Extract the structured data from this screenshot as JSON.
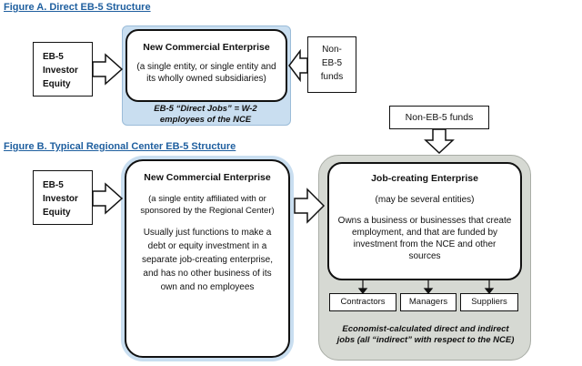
{
  "figure_a": {
    "title": "Figure A. Direct EB-5 Structure",
    "investor_box": [
      "EB-5",
      "Investor",
      "Equity"
    ],
    "nce_title": "New Commercial Enterprise",
    "nce_desc": "(a single entity, or single entity and its wholly owned subsidiaries)",
    "non_eb5_box": [
      "Non-",
      "EB-5",
      "funds"
    ],
    "direct_jobs_caption": "EB-5 “Direct Jobs” = W-2 employees of the NCE"
  },
  "figure_b": {
    "title": "Figure B. Typical Regional Center EB-5 Structure",
    "non_eb5_top": "Non-EB-5 funds",
    "investor_box": [
      "EB-5",
      "Investor",
      "Equity"
    ],
    "nce_title": "New Commercial Enterprise",
    "nce_desc": "(a single entity affiliated with or sponsored by the Regional Center)",
    "nce_body": "Usually just functions to make a debt or equity investment in a separate job-creating enterprise, and has no other business of its own and no employees",
    "jce_title": "Job-creating Enterprise",
    "jce_sub": "(may be several entities)",
    "jce_body": "Owns a business or businesses that create employment, and that are funded by investment from the NCE and other sources",
    "sub_boxes": [
      "Contractors",
      "Managers",
      "Suppliers"
    ],
    "jobs_caption": "Economist-calculated direct and indirect jobs (all “indirect” with respect to the NCE)"
  },
  "colors": {
    "title_blue": "#1f5f9f",
    "panel_blue": "#c9def0",
    "panel_gray": "#d6d9d3"
  }
}
